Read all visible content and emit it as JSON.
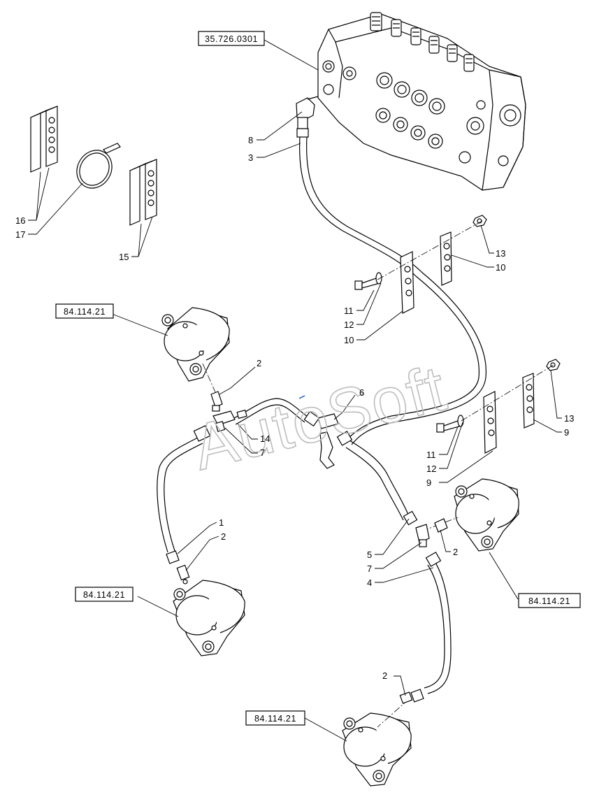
{
  "refs": {
    "valve_block": "35.726.0301",
    "cyl_top_left": "84.114.21",
    "cyl_bottom_left": "84.114.21",
    "cyl_right": "84.114.21",
    "cyl_bottom": "84.114.21"
  },
  "callouts": {
    "c8": "8",
    "c3": "3",
    "c16": "16",
    "c17": "17",
    "c15": "15",
    "c13a": "13",
    "c10a": "10",
    "c11a": "11",
    "c12a": "12",
    "c10b": "10",
    "c2a": "2",
    "c6": "6",
    "c14": "14",
    "c7a": "7",
    "c13b": "13",
    "c9a": "9",
    "c11b": "11",
    "c12b": "12",
    "c9b": "9",
    "c1": "1",
    "c2b": "2",
    "c5": "5",
    "c7b": "7",
    "c4": "4",
    "c2c": "2",
    "c2d": "2"
  },
  "watermark": "AutoSoft"
}
